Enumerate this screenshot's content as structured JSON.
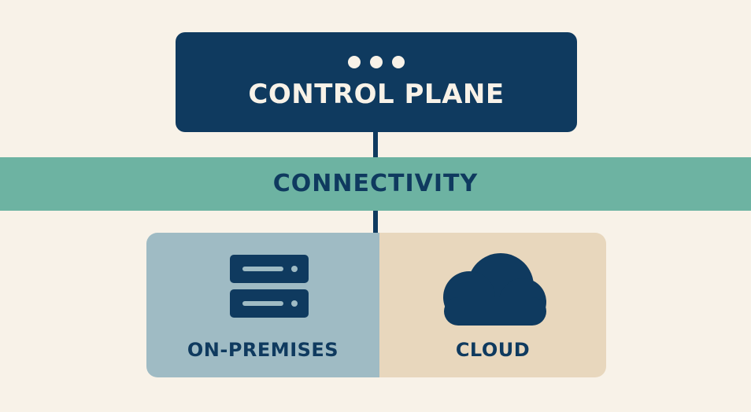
{
  "control_plane": {
    "title": "CONTROL PLANE",
    "icon": "three-dots-icon"
  },
  "connectivity": {
    "label": "CONNECTIVITY"
  },
  "environments": {
    "on_premises": {
      "label": "ON-PREMISES",
      "icon": "server-icon"
    },
    "cloud": {
      "label": "CLOUD",
      "icon": "cloud-icon"
    }
  },
  "colors": {
    "background": "#f8f2e8",
    "navy": "#0f3a5f",
    "teal": "#6db3a2",
    "on_premises_fill": "#9fbbc4",
    "cloud_fill": "#e8d7bd"
  }
}
